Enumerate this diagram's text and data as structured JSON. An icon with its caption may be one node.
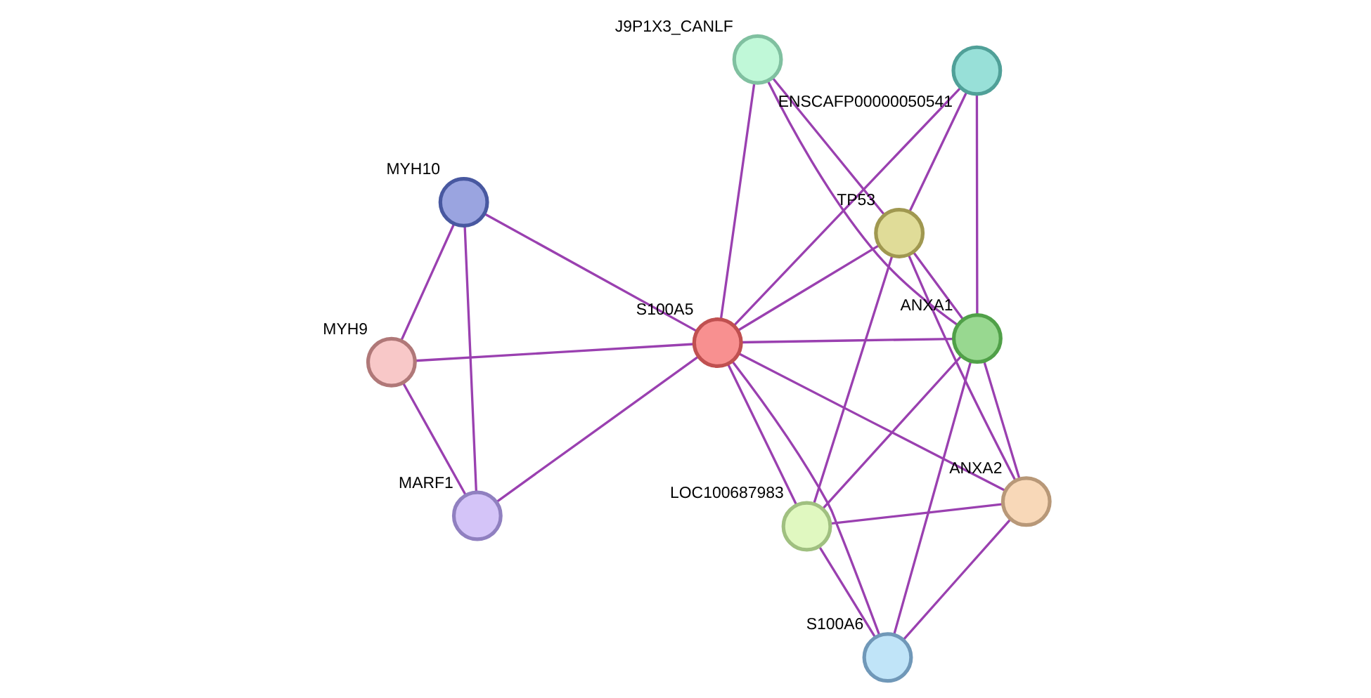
{
  "diagram": {
    "nodes": [
      {
        "text": [
          "MYH9"
        ]
      },
      {
        "text": [
          "MYH10"
        ]
      },
      {
        "text": [
          "MARF1"
        ]
      },
      {
        "text": [
          "S100A5"
        ]
      },
      {
        "text": [
          "ENSCAFP00000050541"
        ]
      },
      {
        "text": [
          "TP53"
        ]
      },
      {
        "text": [
          "LOC100687983"
        ]
      },
      {
        "text": [
          "ANXA1"
        ]
      },
      {
        "text": [
          "J9P1X3_CANLF"
        ]
      },
      {
        "text": [
          "S100A6"
        ]
      },
      {
        "text": [
          "ANXA2"
        ]
      }
    ],
    "edges": [
      {
        "from": 0,
        "to": 1,
        "arrow": "none"
      },
      {
        "from": 0,
        "to": 2,
        "arrow": "none"
      },
      {
        "from": 2,
        "to": 1,
        "arrow": "none"
      },
      {
        "from": 0,
        "to": 3,
        "arrow": "none"
      },
      {
        "from": 1,
        "to": 3,
        "arrow": "none"
      },
      {
        "from": 2,
        "to": 3,
        "arrow": "none"
      },
      {
        "from": 3,
        "to": 4,
        "arrow": "none"
      },
      {
        "from": 3,
        "to": 5,
        "arrow": "none"
      },
      {
        "from": 3,
        "to": 6,
        "arrow": "none"
      },
      {
        "from": 3,
        "to": 7,
        "arrow": "none"
      },
      {
        "from": 3,
        "to": 8,
        "arrow": "none"
      },
      {
        "from": 3,
        "to": 9,
        "arrow": "none"
      },
      {
        "from": 3,
        "to": 10,
        "arrow": "none"
      },
      {
        "from": 4,
        "to": 5,
        "arrow": "none"
      },
      {
        "from": 4,
        "to": 7,
        "arrow": "none"
      },
      {
        "from": 5,
        "to": 6,
        "arrow": "none"
      },
      {
        "from": 5,
        "to": 7,
        "arrow": "none"
      },
      {
        "from": 5,
        "to": 8,
        "arrow": "none"
      },
      {
        "from": 5,
        "to": 10,
        "arrow": "none"
      },
      {
        "from": 6,
        "to": 7,
        "arrow": "none"
      },
      {
        "from": 6,
        "to": 9,
        "arrow": "none"
      },
      {
        "from": 6,
        "to": 10,
        "arrow": "none"
      },
      {
        "from": 7,
        "to": 8,
        "arrow": "none"
      },
      {
        "from": 9,
        "to": 7,
        "arrow": "none"
      },
      {
        "from": 9,
        "to": 10,
        "arrow": "none"
      },
      {
        "from": 10,
        "to": 7,
        "arrow": "none"
      }
    ]
  }
}
